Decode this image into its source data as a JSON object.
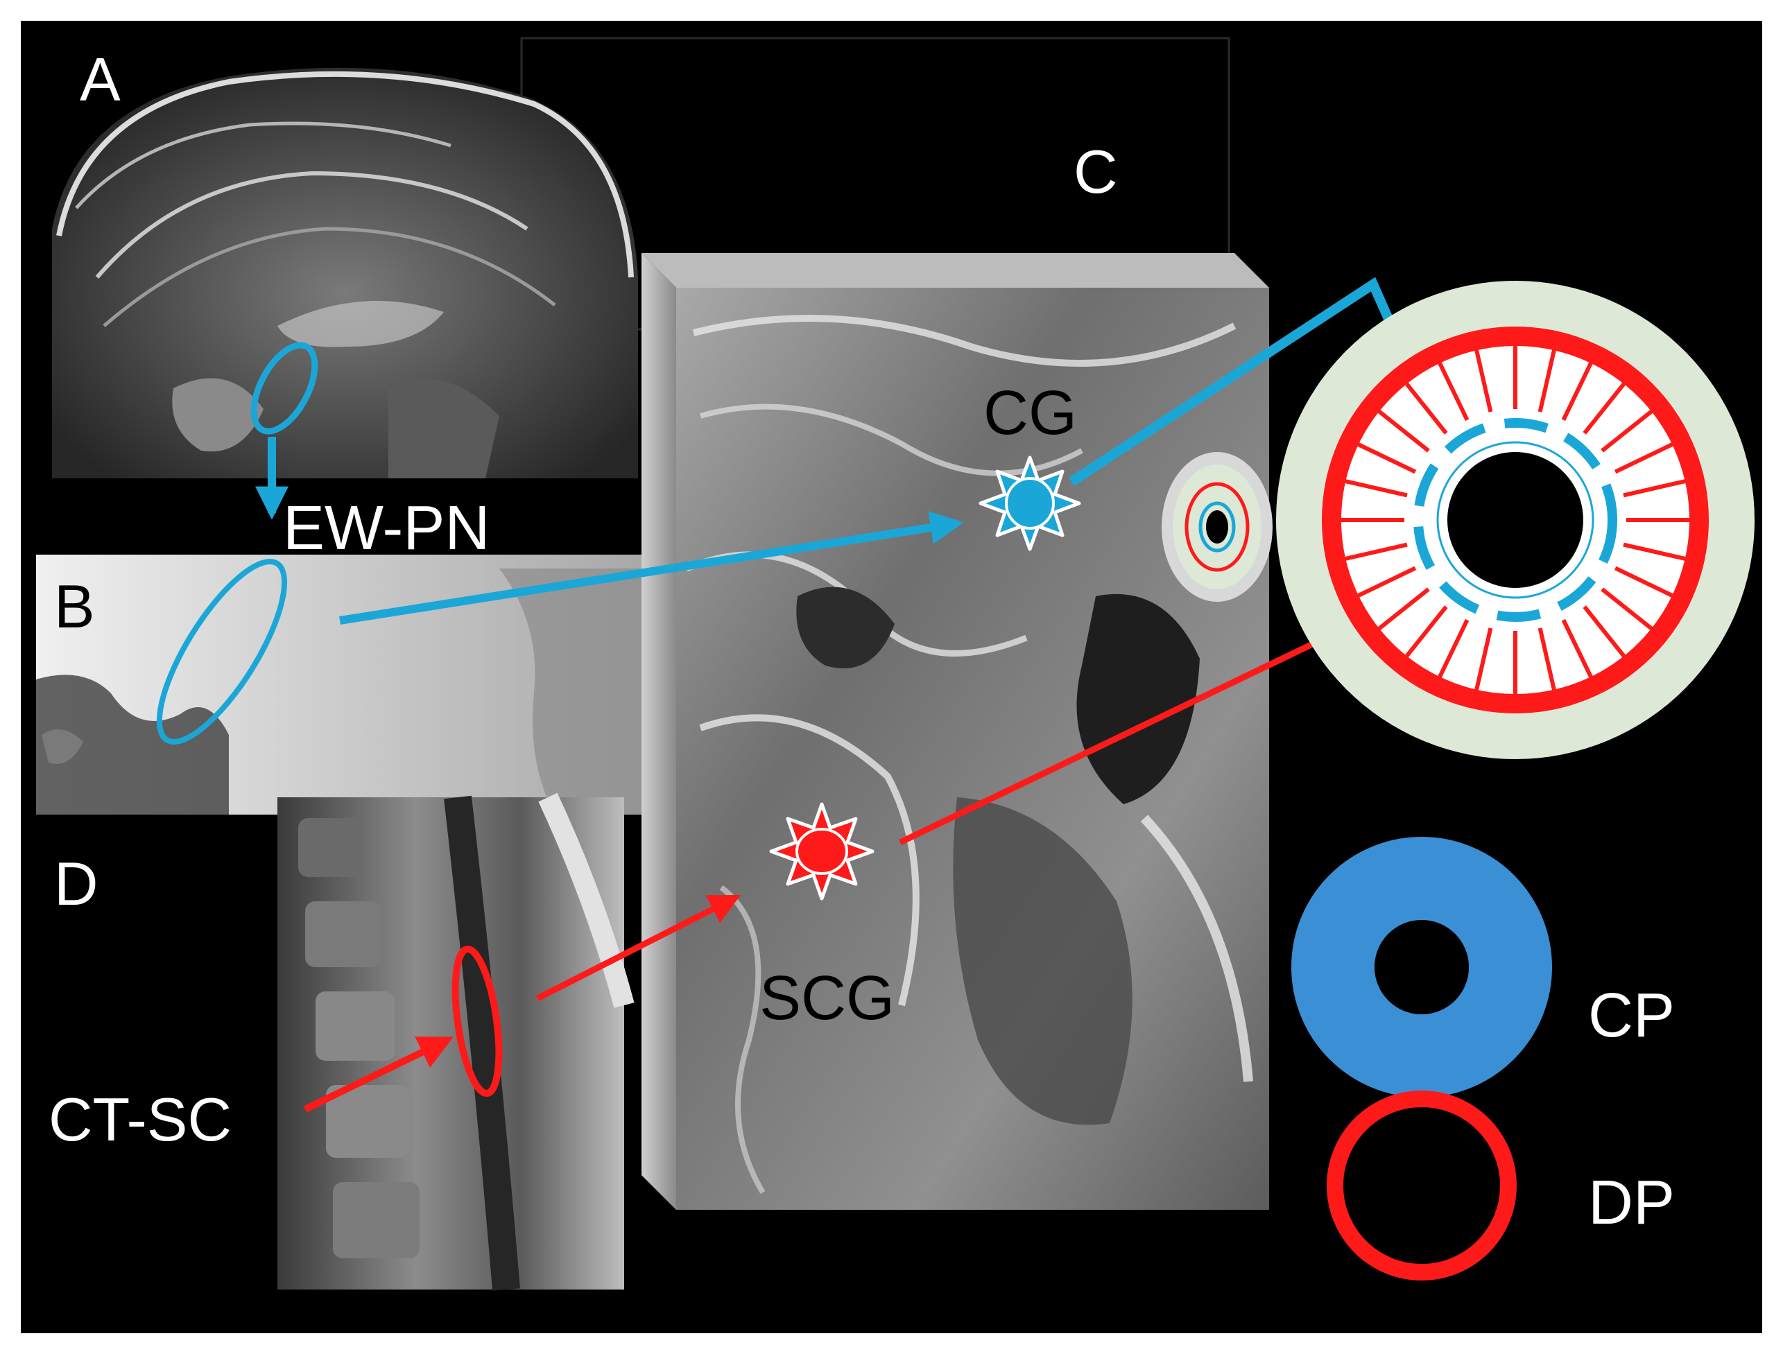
{
  "panels": {
    "a": "A",
    "b": "B",
    "c": "C",
    "d": "D"
  },
  "structures": {
    "ew_pn": "EW-PN",
    "cg": "CG",
    "scg": "SCG",
    "ct_sc": "CT-SC"
  },
  "legend": {
    "cp": "CP",
    "dp": "DP"
  },
  "colors": {
    "background": "#000000",
    "parasympathetic": "#1aa7d8",
    "sympathetic": "#ff1a1a",
    "legend_cp_fill": "#3b8fd4",
    "iris_background": "#dde8d6",
    "label_dark": "#000000",
    "label_light": "#ffffff"
  }
}
